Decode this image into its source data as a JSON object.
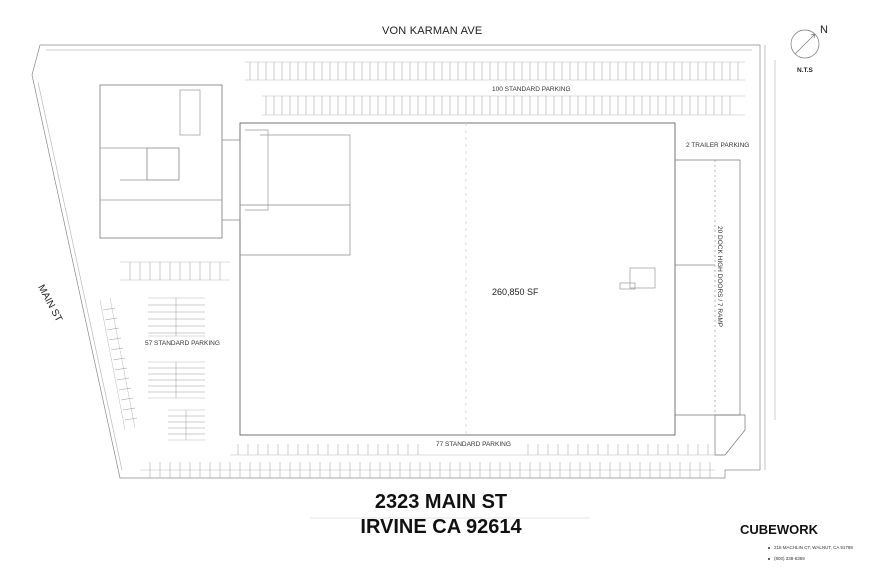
{
  "street_top": "VON KARMAN AVE",
  "street_left": "MAIN ST",
  "north_label": "N",
  "scale_label": "N.T.S",
  "parking": {
    "north": "100 STANDARD PARKING",
    "trailer": "2 TRAILER PARKING",
    "dock": "20 DOCK HIGH DOORS / 7 RAMP",
    "west": "57 STANDARD PARKING",
    "south": "77 STANDARD PARKING"
  },
  "building_area": "260,850 SF",
  "address": {
    "line1": "2323 MAIN ST",
    "line2": "IRVINE CA 92614"
  },
  "brand": {
    "name": "CUBEWORK",
    "contact": [
      "218 MACHLIN CT, WALNUT, CA 91789",
      "(800) 338-6369"
    ]
  }
}
